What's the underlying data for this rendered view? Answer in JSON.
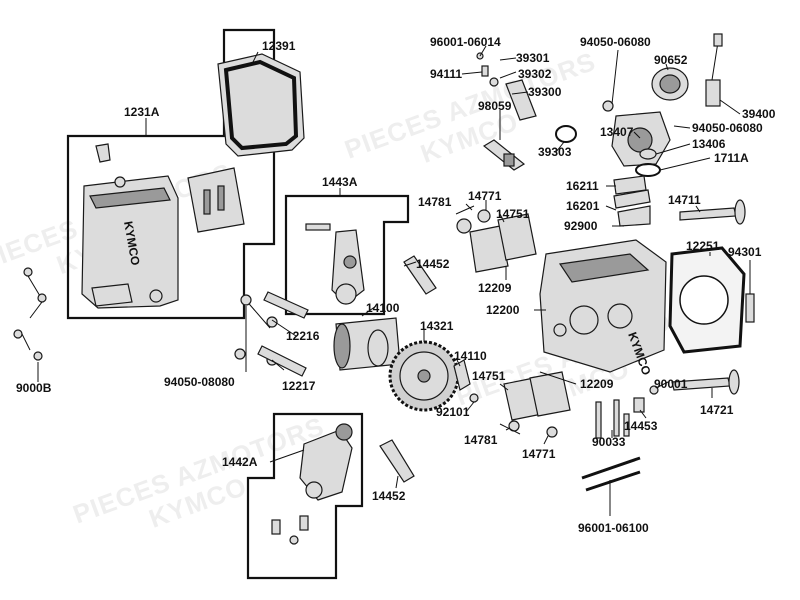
{
  "watermarks": [
    "PIECES AZMOTORS",
    "KYMCO",
    "PIECES AZMOTORS",
    "KYMCO",
    "PIECES AZMOTORS",
    "KYMCO",
    "PIECES AZMOTORS",
    "KYMCO"
  ],
  "labels": {
    "p12391": "12391",
    "p1231A": "1231A",
    "p9000B": "9000B",
    "p1443A": "1443A",
    "p14452a": "14452",
    "p14452b": "14452",
    "p12216": "12216",
    "p94050_08080": "94050-08080",
    "p12217": "12217",
    "p14100": "14100",
    "p14321": "14321",
    "p14110": "14110",
    "p92101": "92101",
    "p1442A": "1442A",
    "p96001_06014": "96001-06014",
    "p39301": "39301",
    "p94111": "94111",
    "p39302": "39302",
    "p39300": "39300",
    "p98059": "98059",
    "p39303": "39303",
    "p94050_06080a": "94050-06080",
    "p90652": "90652",
    "p39400": "39400",
    "p94050_06080b": "94050-06080",
    "p13407": "13407",
    "p13406": "13406",
    "p1711A": "1711A",
    "p14781a": "14781",
    "p14771a": "14771",
    "p14751a": "14751",
    "p12209a": "12209",
    "p16211": "16211",
    "p16201": "16201",
    "p92900": "92900",
    "p14711": "14711",
    "p12251": "12251",
    "p94301": "94301",
    "p12200": "12200",
    "p14751b": "14751",
    "p12209b": "12209",
    "p90001": "90001",
    "p14453": "14453",
    "p14721": "14721",
    "p14781b": "14781",
    "p14771b": "14771",
    "p90033": "90033",
    "p96001_06100": "96001-06100"
  },
  "brand_marks": {
    "cover": "KYMCO",
    "head": "KYMCO"
  }
}
